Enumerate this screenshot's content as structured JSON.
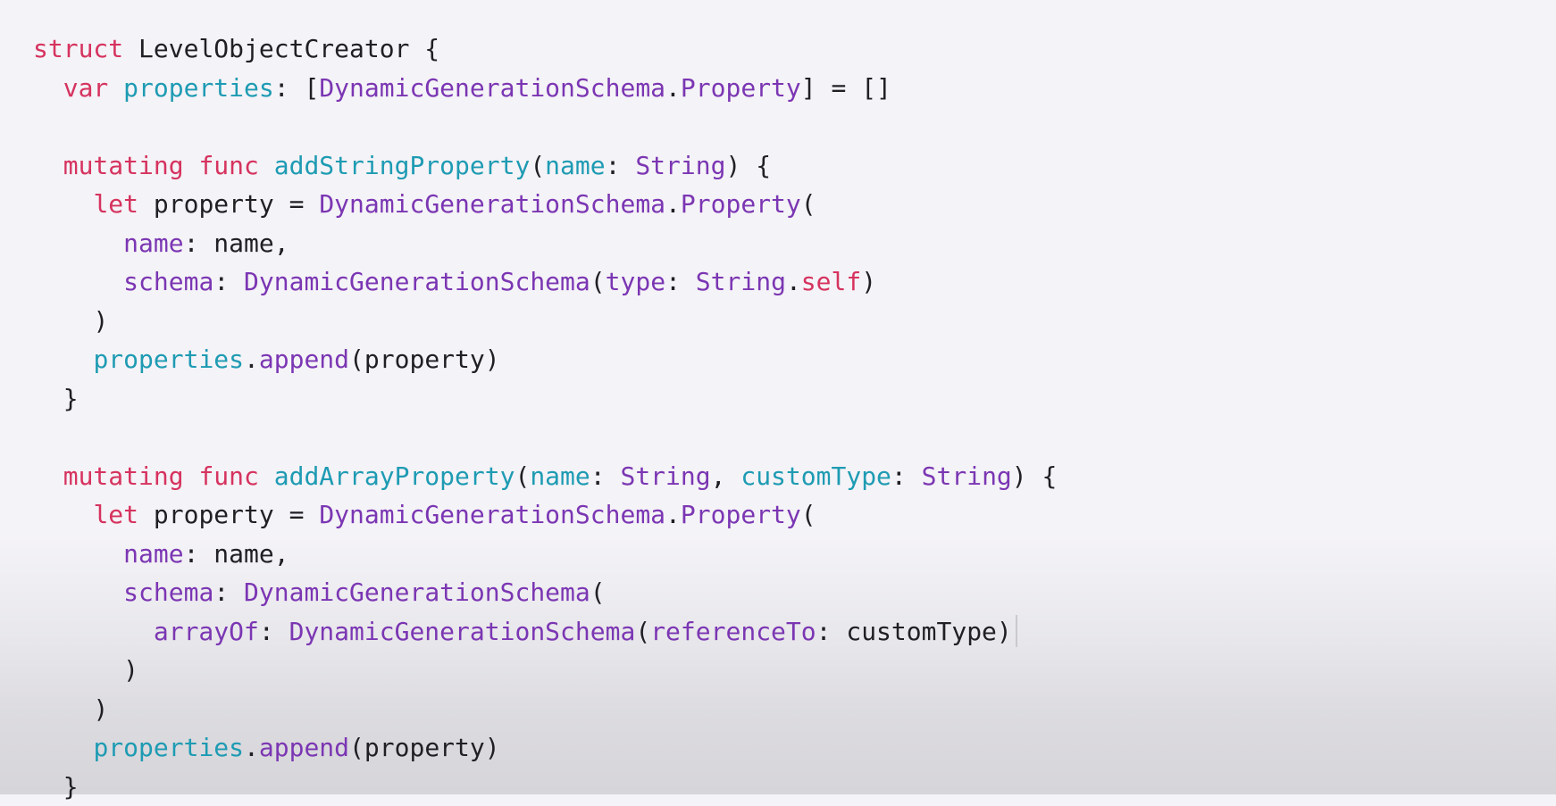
{
  "colors": {
    "background": "#f4f3f7",
    "keyword": "#d6335f",
    "type": "#7b36b3",
    "function": "#1e9bb3",
    "plain": "#1f1f24"
  },
  "code_lines": [
    {
      "indent": 0,
      "tokens": [
        {
          "t": "struct",
          "k": "kw"
        },
        {
          "t": " LevelObjectCreator {",
          "k": "plain"
        }
      ]
    },
    {
      "indent": 1,
      "tokens": [
        {
          "t": "var",
          "k": "kw"
        },
        {
          "t": " ",
          "k": "plain"
        },
        {
          "t": "properties",
          "k": "prop"
        },
        {
          "t": ": [",
          "k": "plain"
        },
        {
          "t": "DynamicGenerationSchema",
          "k": "type"
        },
        {
          "t": ".",
          "k": "plain"
        },
        {
          "t": "Property",
          "k": "type"
        },
        {
          "t": "] = []",
          "k": "plain"
        }
      ]
    },
    {
      "indent": 0,
      "tokens": []
    },
    {
      "indent": 1,
      "tokens": [
        {
          "t": "mutating",
          "k": "kw"
        },
        {
          "t": " ",
          "k": "plain"
        },
        {
          "t": "func",
          "k": "kw"
        },
        {
          "t": " ",
          "k": "plain"
        },
        {
          "t": "addStringProperty",
          "k": "fn"
        },
        {
          "t": "(",
          "k": "plain"
        },
        {
          "t": "name",
          "k": "fn"
        },
        {
          "t": ": ",
          "k": "plain"
        },
        {
          "t": "String",
          "k": "type"
        },
        {
          "t": ") {",
          "k": "plain"
        }
      ]
    },
    {
      "indent": 2,
      "tokens": [
        {
          "t": "let",
          "k": "kw"
        },
        {
          "t": " property = ",
          "k": "plain"
        },
        {
          "t": "DynamicGenerationSchema",
          "k": "type"
        },
        {
          "t": ".",
          "k": "plain"
        },
        {
          "t": "Property",
          "k": "type"
        },
        {
          "t": "(",
          "k": "plain"
        }
      ]
    },
    {
      "indent": 3,
      "tokens": [
        {
          "t": "name",
          "k": "label"
        },
        {
          "t": ": name,",
          "k": "plain"
        }
      ]
    },
    {
      "indent": 3,
      "tokens": [
        {
          "t": "schema",
          "k": "label"
        },
        {
          "t": ": ",
          "k": "plain"
        },
        {
          "t": "DynamicGenerationSchema",
          "k": "type"
        },
        {
          "t": "(",
          "k": "plain"
        },
        {
          "t": "type",
          "k": "label"
        },
        {
          "t": ": ",
          "k": "plain"
        },
        {
          "t": "String",
          "k": "type"
        },
        {
          "t": ".",
          "k": "plain"
        },
        {
          "t": "self",
          "k": "kw"
        },
        {
          "t": ")",
          "k": "plain"
        }
      ]
    },
    {
      "indent": 2,
      "tokens": [
        {
          "t": ")",
          "k": "plain"
        }
      ]
    },
    {
      "indent": 2,
      "tokens": [
        {
          "t": "properties",
          "k": "prop"
        },
        {
          "t": ".",
          "k": "plain"
        },
        {
          "t": "append",
          "k": "type"
        },
        {
          "t": "(property)",
          "k": "plain"
        }
      ]
    },
    {
      "indent": 1,
      "tokens": [
        {
          "t": "}",
          "k": "plain"
        }
      ]
    },
    {
      "indent": 0,
      "tokens": []
    },
    {
      "indent": 1,
      "tokens": [
        {
          "t": "mutating",
          "k": "kw"
        },
        {
          "t": " ",
          "k": "plain"
        },
        {
          "t": "func",
          "k": "kw"
        },
        {
          "t": " ",
          "k": "plain"
        },
        {
          "t": "addArrayProperty",
          "k": "fn"
        },
        {
          "t": "(",
          "k": "plain"
        },
        {
          "t": "name",
          "k": "fn"
        },
        {
          "t": ": ",
          "k": "plain"
        },
        {
          "t": "String",
          "k": "type"
        },
        {
          "t": ", ",
          "k": "plain"
        },
        {
          "t": "customType",
          "k": "fn"
        },
        {
          "t": ": ",
          "k": "plain"
        },
        {
          "t": "String",
          "k": "type"
        },
        {
          "t": ") {",
          "k": "plain"
        }
      ]
    },
    {
      "indent": 2,
      "tokens": [
        {
          "t": "let",
          "k": "kw"
        },
        {
          "t": " property = ",
          "k": "plain"
        },
        {
          "t": "DynamicGenerationSchema",
          "k": "type"
        },
        {
          "t": ".",
          "k": "plain"
        },
        {
          "t": "Property",
          "k": "type"
        },
        {
          "t": "(",
          "k": "plain"
        }
      ]
    },
    {
      "indent": 3,
      "tokens": [
        {
          "t": "name",
          "k": "label"
        },
        {
          "t": ": name,",
          "k": "plain"
        }
      ]
    },
    {
      "indent": 3,
      "tokens": [
        {
          "t": "schema",
          "k": "label"
        },
        {
          "t": ": ",
          "k": "plain"
        },
        {
          "t": "DynamicGenerationSchema",
          "k": "type"
        },
        {
          "t": "(",
          "k": "plain"
        }
      ]
    },
    {
      "indent": 4,
      "caret": true,
      "tokens": [
        {
          "t": "arrayOf",
          "k": "label"
        },
        {
          "t": ": ",
          "k": "plain"
        },
        {
          "t": "DynamicGenerationSchema",
          "k": "type"
        },
        {
          "t": "(",
          "k": "plain"
        },
        {
          "t": "referenceTo",
          "k": "label"
        },
        {
          "t": ": customType)",
          "k": "plain"
        }
      ]
    },
    {
      "indent": 3,
      "tokens": [
        {
          "t": ")",
          "k": "plain"
        }
      ]
    },
    {
      "indent": 2,
      "tokens": [
        {
          "t": ")",
          "k": "plain"
        }
      ]
    },
    {
      "indent": 2,
      "tokens": [
        {
          "t": "properties",
          "k": "prop"
        },
        {
          "t": ".",
          "k": "plain"
        },
        {
          "t": "append",
          "k": "type"
        },
        {
          "t": "(property)",
          "k": "plain"
        }
      ]
    },
    {
      "indent": 1,
      "tokens": [
        {
          "t": "}",
          "k": "plain"
        }
      ]
    }
  ]
}
